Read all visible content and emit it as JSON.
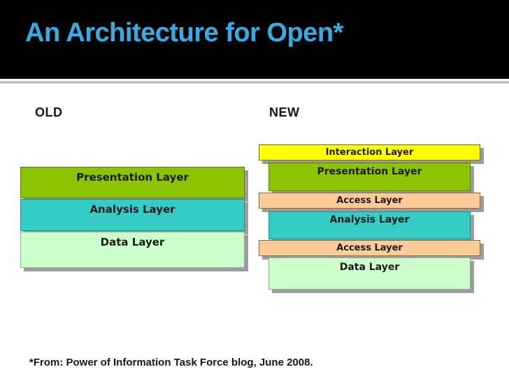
{
  "slide": {
    "title": "An Architecture for Open*",
    "footnote": "*From:  Power of Information Task Force blog, June 2008."
  },
  "columns": {
    "old_label": "OLD",
    "new_label": "NEW"
  },
  "colors": {
    "title_text": "#3aa9e0",
    "header_background": "#000000",
    "green": "#8cc402",
    "teal": "#35ccc8",
    "pale_green": "#ccffcc",
    "yellow": "#ffff00",
    "peach": "#fbcc98",
    "shadow": "#9c9c9c",
    "label_text": "#1a1a1a"
  },
  "diagram": {
    "old": {
      "label": "OLD",
      "layers": [
        {
          "label": "Presentation Layer",
          "color": "#8cc402"
        },
        {
          "label": "Analysis Layer",
          "color": "#35ccc8"
        },
        {
          "label": "Data Layer",
          "color": "#ccffcc"
        }
      ]
    },
    "new": {
      "label": "NEW",
      "layers": [
        {
          "label": "Interaction Layer",
          "color": "#ffff00"
        },
        {
          "label": "Presentation Layer",
          "color": "#8cc402"
        },
        {
          "label": "Access Layer",
          "color": "#fbcc98"
        },
        {
          "label": "Analysis Layer",
          "color": "#35ccc8"
        },
        {
          "label": "Access Layer",
          "color": "#fbcc98"
        },
        {
          "label": "Data Layer",
          "color": "#ccffcc"
        }
      ]
    }
  }
}
